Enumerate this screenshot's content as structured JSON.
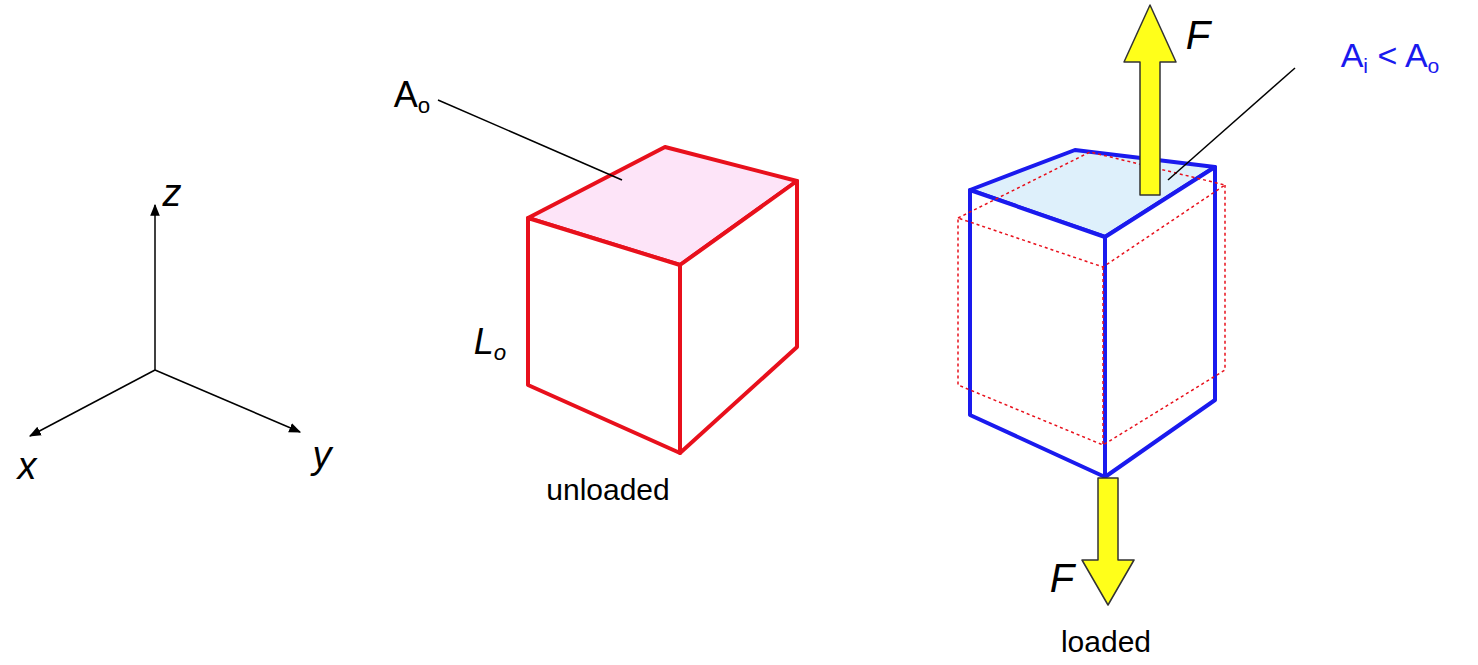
{
  "diagram": {
    "labels": [
      "z",
      "x",
      "y",
      "Ao",
      "Lo",
      "unloaded",
      "F",
      "Ai < Ao",
      "F",
      "loaded"
    ]
  }
}
